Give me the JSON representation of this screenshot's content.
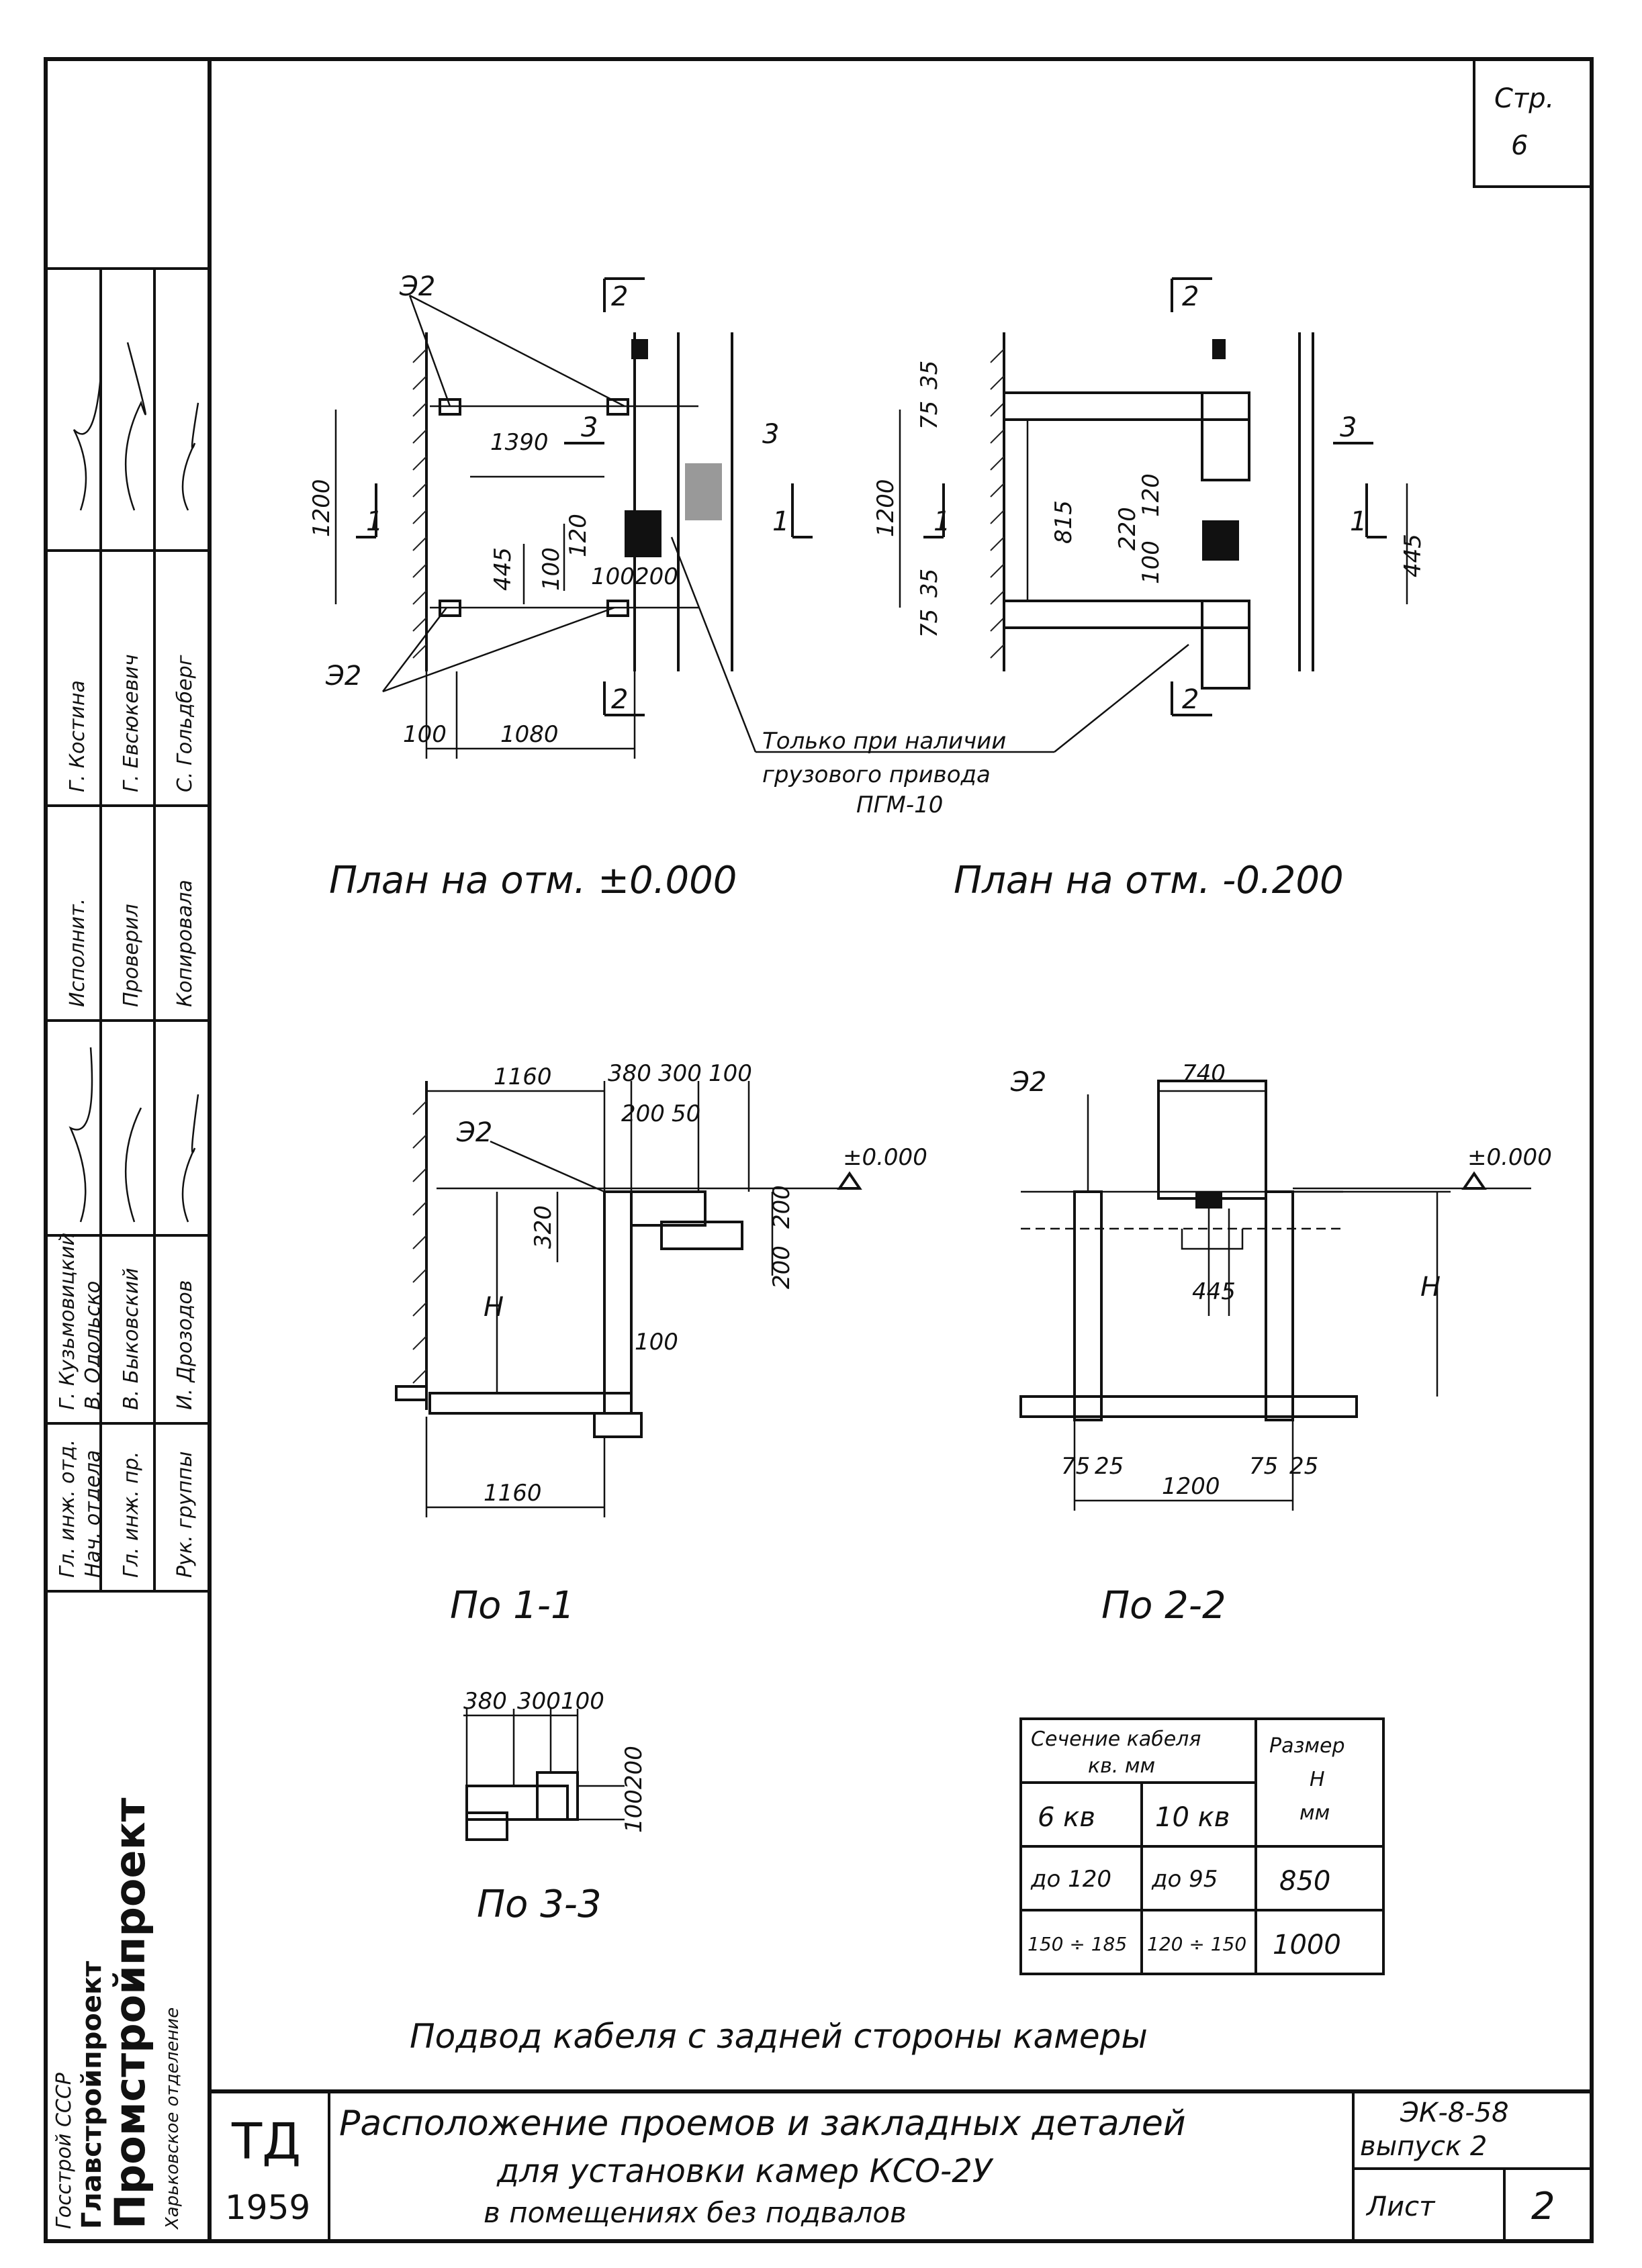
{
  "page": {
    "sheet_ref": [
      "Стр.",
      "6"
    ]
  },
  "plan_top_left": {
    "caption": "План на отм. ±0.000",
    "labels": [
      "Э2",
      "Э2",
      "1390",
      "3",
      "3",
      "1200",
      "1",
      "1",
      "445",
      "100",
      "120",
      "100",
      "200",
      "100",
      "1080",
      "2",
      "2"
    ]
  },
  "plan_top_right": {
    "caption": "План на отм. -0.200",
    "labels": [
      "2",
      "2",
      "35",
      "75",
      "35",
      "75",
      "1200",
      "1",
      "1",
      "815",
      "220",
      "120",
      "100",
      "3",
      "445"
    ]
  },
  "note": {
    "lines": [
      "Только при наличии",
      "грузового привода",
      "ПГМ-10"
    ]
  },
  "section_1_1": {
    "caption": "По 1-1",
    "labels": [
      "1160",
      "380",
      "300",
      "100",
      "200",
      "50",
      "Э2",
      "320",
      "200",
      "200",
      "±0.000",
      "H",
      "100",
      "1160"
    ]
  },
  "section_2_2": {
    "caption": "По 2-2",
    "labels": [
      "Э2",
      "740",
      "±0.000",
      "445",
      "H",
      "75",
      "25",
      "75",
      "25",
      "1200"
    ]
  },
  "section_3_3": {
    "caption": "По 3-3",
    "labels": [
      "380",
      "300",
      "100",
      "200",
      "100"
    ]
  },
  "table": {
    "header_left": [
      "Сечение кабеля",
      "кв. мм"
    ],
    "header_right": [
      "Размер",
      "H",
      "мм"
    ],
    "sub_headers": [
      "6 кв",
      "10 кв"
    ],
    "rows": [
      [
        "до 120",
        "до 95",
        "850"
      ],
      [
        "150 ÷ 185",
        "120 ÷ 150",
        "1000"
      ]
    ]
  },
  "footnote": "Подвод кабеля с задней стороны камеры",
  "side_stamp": {
    "org_lines": [
      "Госстрой СССР",
      "Главстройпроект",
      "Промстройпроект",
      "Харьковское отделение"
    ],
    "rows": [
      [
        "Гл. инж. отд.",
        "Г. Кузьмовицкий"
      ],
      [
        "Нач. отдела",
        "В. Одольско"
      ],
      [
        "Гл. инж. пр.",
        "В. Быковский"
      ],
      [
        "Рук. группы",
        "И. Дрозодов"
      ],
      [
        "Исполнит.",
        "Г. Костина"
      ],
      [
        "Проверил",
        "Г. Евсюкевич"
      ],
      [
        "Копировала",
        "С. Гольдберг"
      ]
    ]
  },
  "title_block": {
    "code_1": "ТД",
    "code_2": "1959",
    "title_lines": [
      "Расположение проемов и закладных деталей",
      "для установки камер КСО-2У",
      "в помещениях без подвалов"
    ],
    "series": "ЭК-8-58",
    "issue": "выпуск 2",
    "sheet_label": "Лист",
    "sheet_number": "2"
  }
}
